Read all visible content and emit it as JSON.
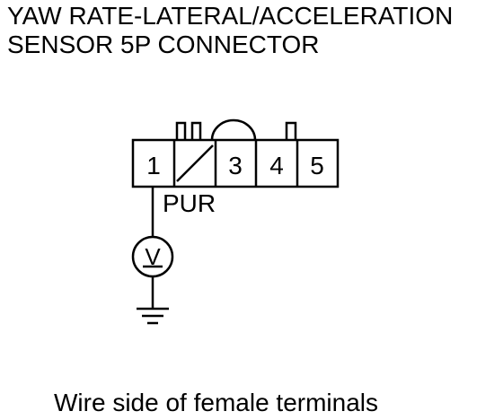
{
  "title": {
    "line1": "YAW RATE-LATERAL/ACCELERATION",
    "line2": "SENSOR 5P CONNECTOR"
  },
  "connector": {
    "terminals": [
      {
        "label": "1"
      },
      {
        "label": ""
      },
      {
        "label": "3"
      },
      {
        "label": "4"
      },
      {
        "label": "5"
      }
    ]
  },
  "wire": {
    "color_label": "PUR"
  },
  "meter": {
    "symbol": "V"
  },
  "caption": "Wire side of female terminals"
}
